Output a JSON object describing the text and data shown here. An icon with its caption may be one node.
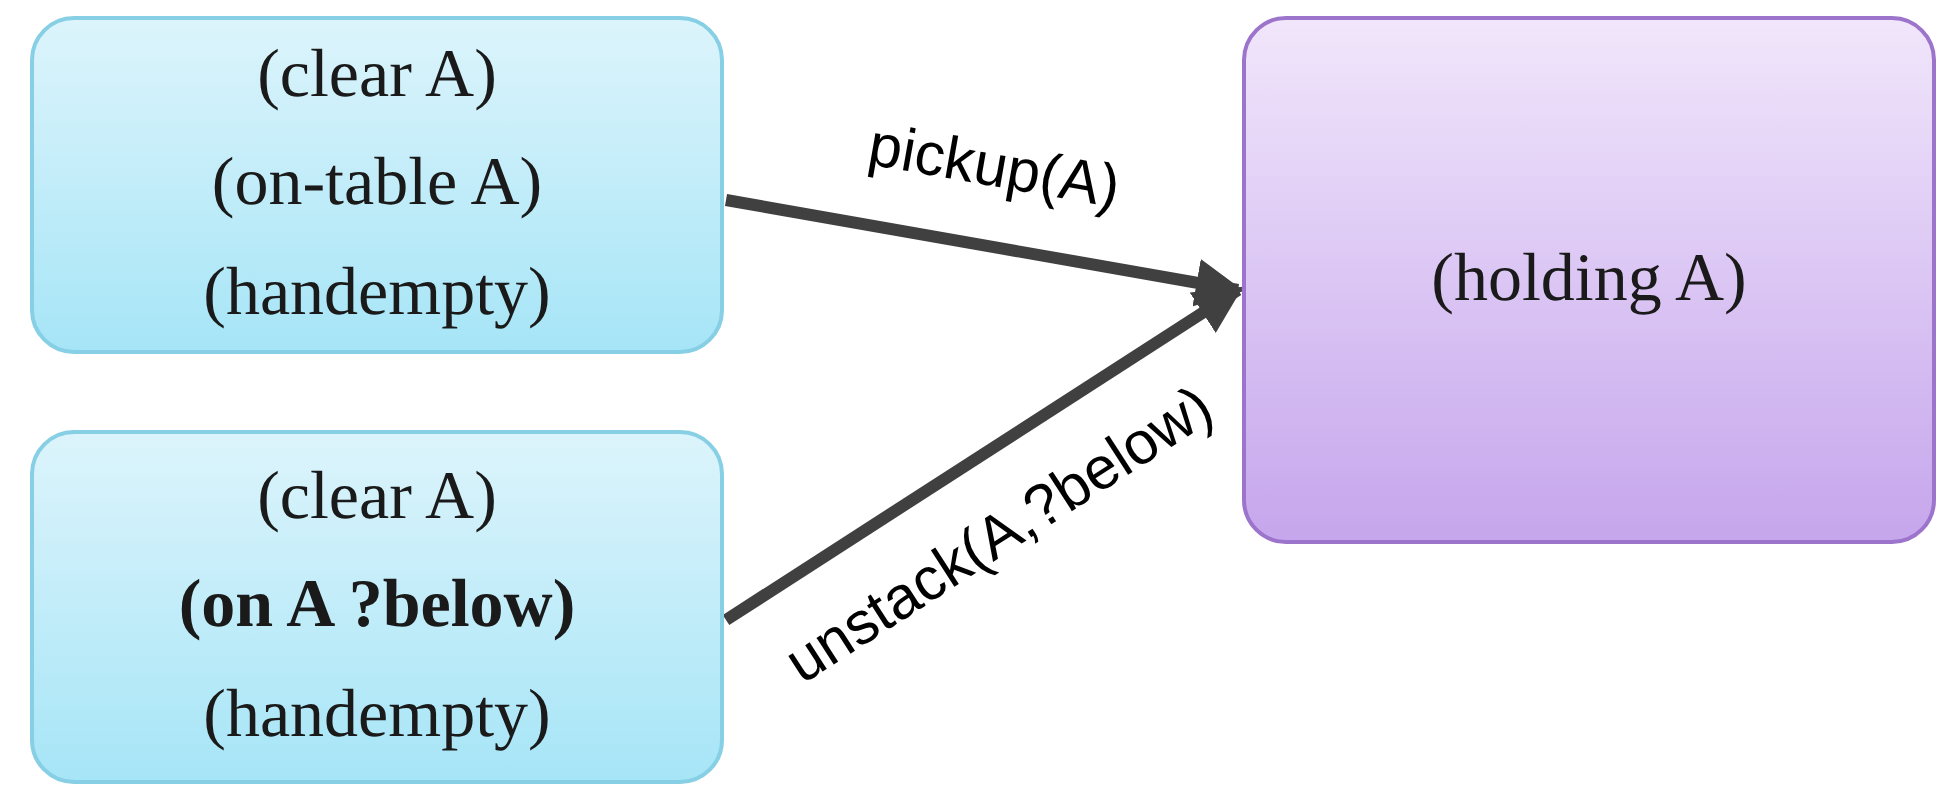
{
  "diagram": {
    "nodes": [
      {
        "text": [
          "(clear A)",
          "(on-table A)",
          "(handempty)"
        ]
      },
      {
        "text": [
          "(clear A)",
          "**(on A ?below)**",
          "(handempty)"
        ]
      },
      {
        "text": [
          "(holding A)"
        ]
      }
    ],
    "edges": [
      {
        "from": 0,
        "to": 2,
        "arrow": "to",
        "label": "pickup(A)"
      },
      {
        "from": 1,
        "to": 2,
        "arrow": "to",
        "label": "unstack(A,?below)"
      }
    ]
  }
}
